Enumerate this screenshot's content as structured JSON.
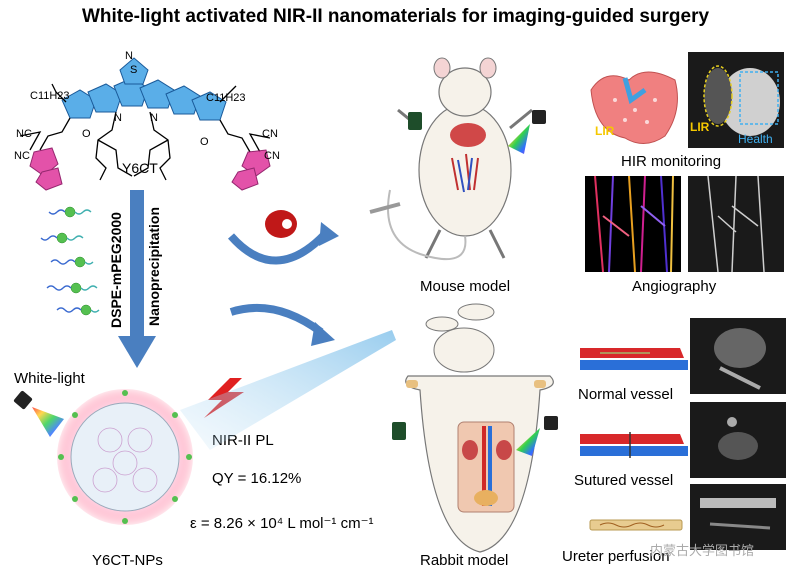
{
  "title": "White-light activated NIR-II nanomaterials for imaging-guided surgery",
  "molecule": {
    "name": "Y6CT",
    "chain_left": "C11H23",
    "chain_right": "C11H23",
    "atoms": {
      "n_top": "N",
      "s_top": "S",
      "cn": "CN",
      "nc": "NC",
      "o": "O",
      "s": "S",
      "n": "N"
    }
  },
  "process": {
    "dspe_label": "DSPE-mPEG2000",
    "nanoprecipitation": "Nanoprecipitation"
  },
  "nanoparticle": {
    "name": "Y6CT-NPs",
    "white_light": "White-light",
    "nir_pl": "NIR-II PL",
    "qy": "QY = 16.12%",
    "epsilon": "ε = 8.26 × 10⁴ L mol⁻¹ cm⁻¹"
  },
  "models": {
    "mouse": "Mouse model",
    "rabbit": "Rabbit model"
  },
  "applications": {
    "hir": "HIR monitoring",
    "angiography": "Angiography",
    "normal_vessel": "Normal vessel",
    "sutured_vessel": "Sutured vessel",
    "ureter": "Ureter perfusion",
    "lir": "LIR",
    "lir_photo": "LIR",
    "health": "Health",
    "watermark": "内蒙古大学图书馆"
  },
  "colors": {
    "thiophene": "#5aaee8",
    "pink_ring": "#e040a0",
    "arrow_blue": "#4a7fc0",
    "vessel_red": "#d8282a",
    "vessel_blue": "#2a6fd8"
  }
}
